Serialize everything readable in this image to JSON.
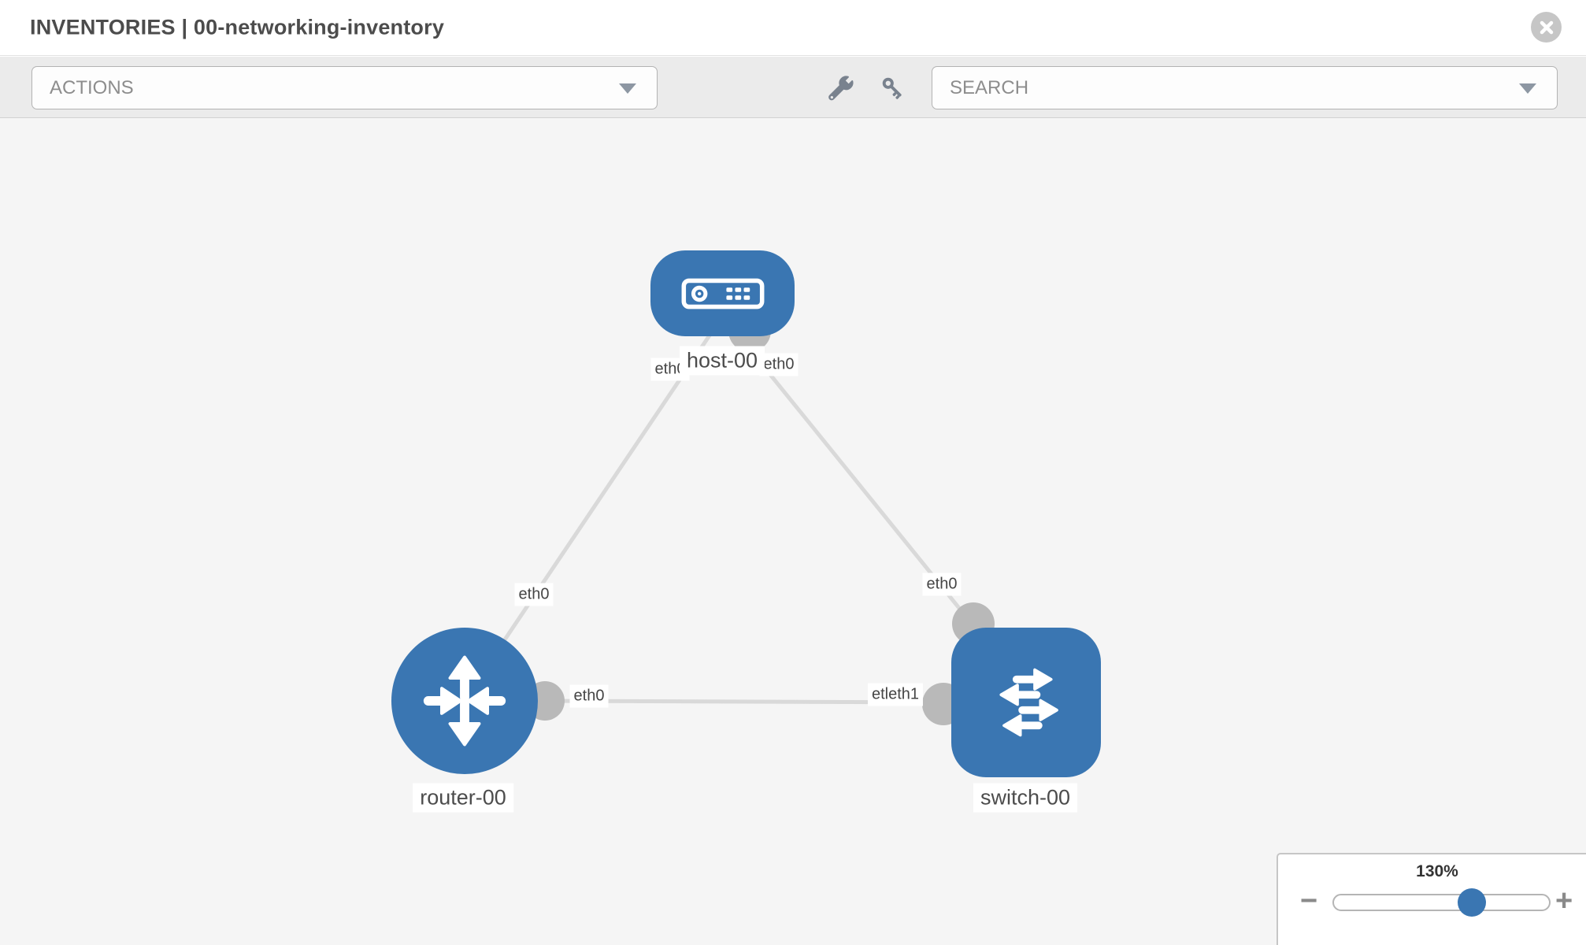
{
  "header": {
    "title": "INVENTORIES | 00-networking-inventory",
    "close_icon": "circle-x-icon"
  },
  "toolbar": {
    "actions_dropdown": {
      "label": "ACTIONS",
      "caret_icon": "caret-down-icon"
    },
    "wrench_icon": "wrench-icon",
    "key_icon": "key-icon",
    "search_dropdown": {
      "placeholder": "SEARCH",
      "caret_icon": "caret-down-icon"
    }
  },
  "colors": {
    "node_blue": "#3a76b2",
    "link_gray": "#d9d9d9",
    "interface_dot_gray": "#b9b9b9",
    "canvas_bg": "#f5f5f5",
    "toolbar_bg": "#ebebeb",
    "label_text": "#4c4c4c"
  },
  "diagram": {
    "nodes": [
      {
        "id": "host-00",
        "type": "host",
        "icon": "server-icon"
      },
      {
        "id": "router-00",
        "type": "router",
        "icon": "router-arrows-icon"
      },
      {
        "id": "switch-00",
        "type": "switch",
        "icon": "switch-arrows-icon"
      }
    ],
    "links": [
      {
        "source": "host-00",
        "source_interface": "eth0",
        "target": "router-00",
        "target_interface": "eth0"
      },
      {
        "source": "host-00",
        "source_interface": "eth0",
        "target": "switch-00",
        "target_interface": "eth0"
      },
      {
        "source": "router-00",
        "source_interface": "eth0",
        "target": "switch-00",
        "target_interface": "eth1",
        "target_interface_display": "etleth1"
      }
    ]
  },
  "zoom_control": {
    "level": "130%",
    "minus_label": "−",
    "plus_label": "+",
    "slider_percent": 64
  }
}
